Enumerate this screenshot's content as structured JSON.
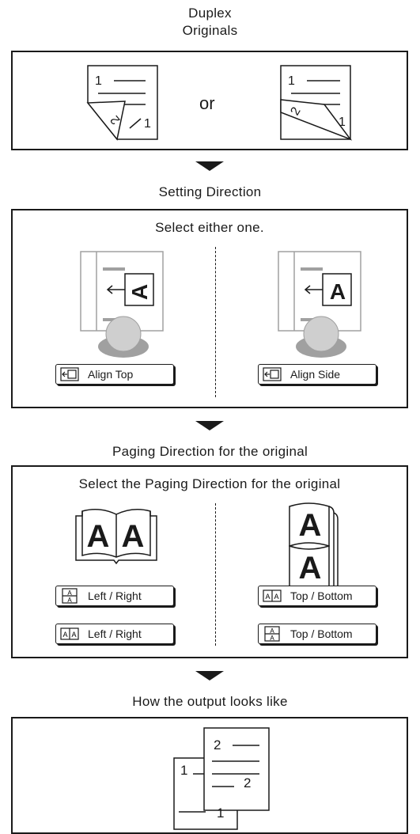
{
  "section1": {
    "heading_line1": "Duplex",
    "heading_line2": "Originals",
    "or_label": "or",
    "left_page_num1": "1",
    "left_page_num2": "2",
    "left_page_num3": "1",
    "right_page_num1": "1",
    "right_page_num2": "2",
    "right_page_num3": "1"
  },
  "section2": {
    "heading": "Setting Direction",
    "instruction": "Select either one.",
    "letter": "A",
    "align_top_label": "Align Top",
    "align_side_label": "Align Side"
  },
  "section3": {
    "heading": "Paging Direction for the original",
    "instruction": "Select the Paging Direction for the original",
    "letter": "A",
    "buttons": [
      "Left / Right",
      "Top / Bottom",
      "Left / Right",
      "Top / Bottom"
    ]
  },
  "section4": {
    "heading": "How the output looks like",
    "back_page_num": "1",
    "front_page_num_top": "2",
    "front_page_num_bottom": "2",
    "bottom_page_num": "1"
  },
  "colors": {
    "border": "#1a1a1a",
    "gray_machine": "#a0a0a0",
    "gray_circle": "#cfcfcf"
  }
}
